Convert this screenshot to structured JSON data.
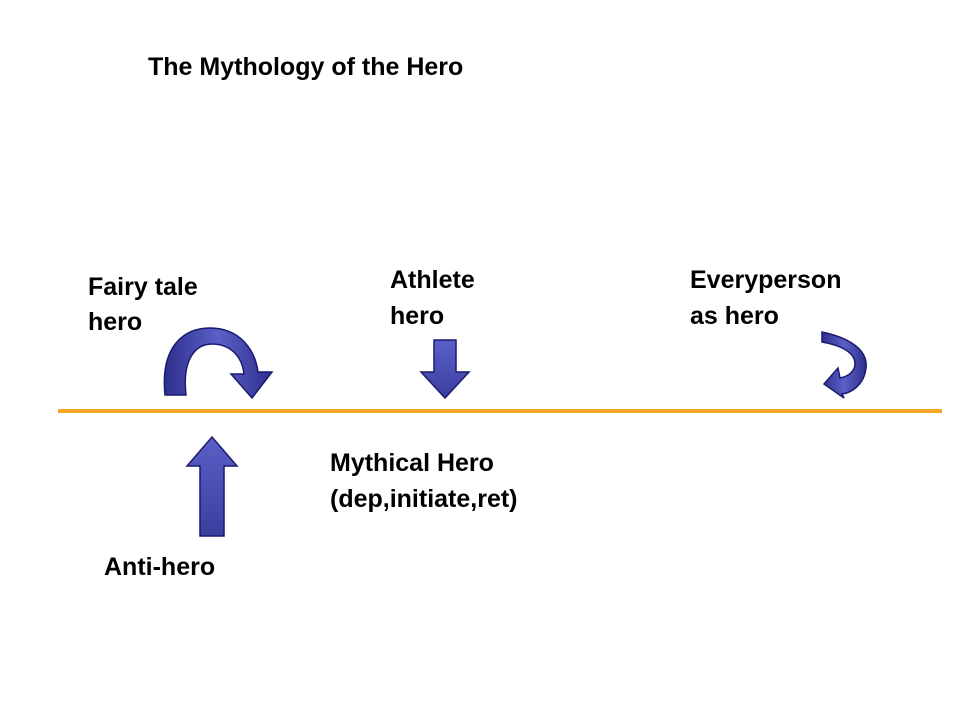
{
  "title": "The Mythology of the Hero",
  "labels": {
    "fairy_tale": "Fairy tale\nhero",
    "athlete": "Athlete\nhero",
    "everyperson": "Everyperson\nas hero",
    "mythical": "Mythical Hero\n(dep,initiate,ret)",
    "antihero": "Anti-hero"
  },
  "colors": {
    "arrow_fill": "#4B4FB0",
    "arrow_stroke": "#1A1A70",
    "axis_line": "#F5A623",
    "text": "#000000"
  },
  "icons": {
    "fairy_tale": "curved-arrow-arc-icon",
    "athlete": "down-arrow-icon",
    "everyperson": "curved-arrow-return-icon",
    "antihero": "up-arrow-icon"
  }
}
